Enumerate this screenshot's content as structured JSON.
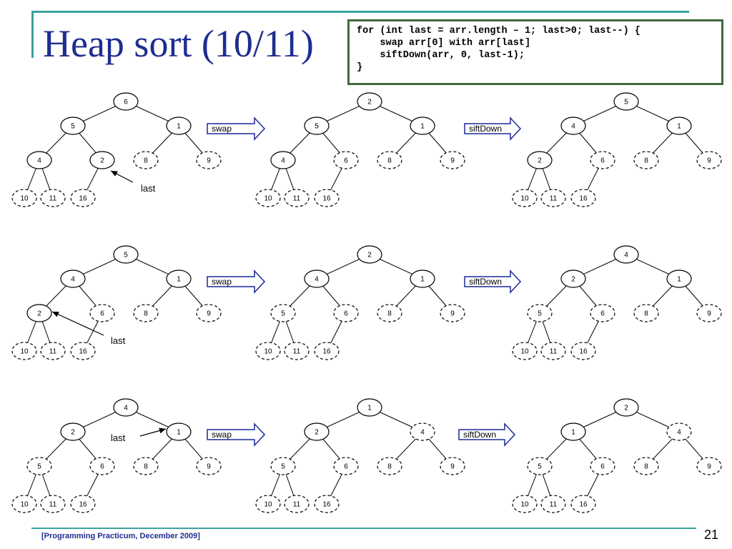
{
  "title": "Heap sort (10/11)",
  "code": "for (int last = arr.length – 1; last>0; last--) {\n    swap arr[0] with arr[last]\n    siftDown(arr, 0, last-1);\n}",
  "footer": "[Programming Practicum, December 2009]",
  "page_number": "21",
  "rows": [
    {
      "trees": [
        [
          "6",
          "5",
          "1",
          "4",
          "2",
          "8",
          "9",
          "10",
          "11",
          "16"
        ],
        [
          "2",
          "5",
          "1",
          "4",
          "6",
          "8",
          "9",
          "10",
          "11",
          "16"
        ],
        [
          "5",
          "4",
          "1",
          "2",
          "6",
          "8",
          "9",
          "10",
          "11",
          "16"
        ]
      ],
      "active_count": [
        5,
        4,
        4
      ],
      "steps": [
        "swap",
        "siftDown"
      ],
      "last_label": "last",
      "last_node": 4
    },
    {
      "trees": [
        [
          "5",
          "4",
          "1",
          "2",
          "6",
          "8",
          "9",
          "10",
          "11",
          "16"
        ],
        [
          "2",
          "4",
          "1",
          "5",
          "6",
          "8",
          "9",
          "10",
          "11",
          "16"
        ],
        [
          "4",
          "2",
          "1",
          "5",
          "6",
          "8",
          "9",
          "10",
          "11",
          "16"
        ]
      ],
      "active_count": [
        4,
        3,
        3
      ],
      "steps": [
        "swap",
        "siftDown"
      ],
      "last_label": "last",
      "last_node": 3
    },
    {
      "trees": [
        [
          "4",
          "2",
          "1",
          "5",
          "6",
          "8",
          "9",
          "10",
          "11",
          "16"
        ],
        [
          "1",
          "2",
          "4",
          "5",
          "6",
          "8",
          "9",
          "10",
          "11",
          "16"
        ],
        [
          "2",
          "1",
          "4",
          "5",
          "6",
          "8",
          "9",
          "10",
          "11",
          "16"
        ]
      ],
      "active_count": [
        3,
        2,
        2
      ],
      "steps": [
        "swap",
        "siftDown"
      ],
      "last_label": "last",
      "last_node": 2
    }
  ]
}
